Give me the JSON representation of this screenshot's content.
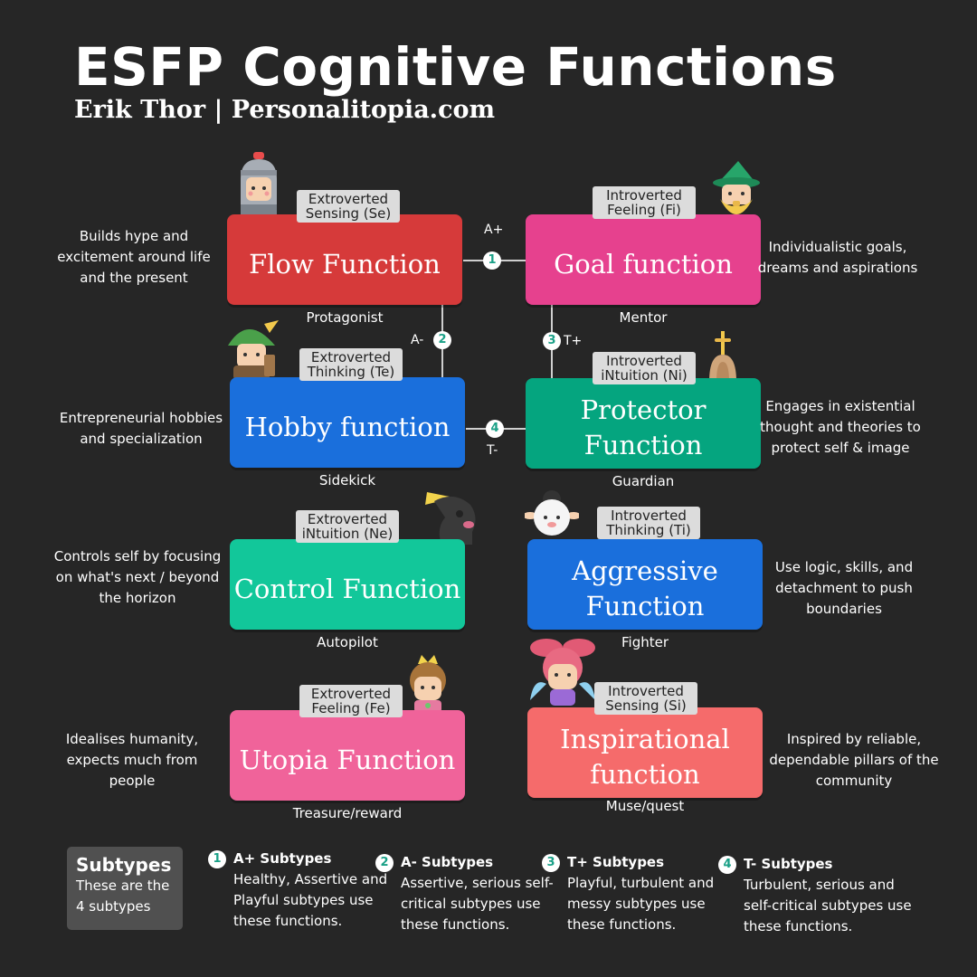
{
  "title": "ESFP Cognitive Functions",
  "subtitle": "Erik Thor | Personalitopia.com",
  "functions": [
    {
      "tag": "Extroverted Sensing (Se)",
      "name": "Flow Function",
      "role": "Protagonist",
      "desc": "Builds hype and excitement around life and the present",
      "color": "#d63a3a",
      "icon": "knight-icon"
    },
    {
      "tag": "Introverted Feeling (Fi)",
      "name": "Goal function",
      "role": "Mentor",
      "desc": "Individualistic goals, dreams and aspirations",
      "color": "#e6418e",
      "icon": "wizard-icon"
    },
    {
      "tag": "Extroverted Thinking (Te)",
      "name": "Hobby function",
      "role": "Sidekick",
      "desc": "Entrepreneurial hobbies and specialization",
      "color": "#1a6fdc",
      "icon": "archer-icon"
    },
    {
      "tag": "Introverted iNtuition (Ni)",
      "name": "Protector Function",
      "role": "Guardian",
      "desc": "Engages in existential thought and theories to protect self & image",
      "color": "#05a57f",
      "icon": "sword-icon"
    },
    {
      "tag": "Extroverted iNtuition (Ne)",
      "name": "Control Function",
      "role": "Autopilot",
      "desc": "Controls self by focusing on what's next / beyond the horizon",
      "color": "#12c79a",
      "icon": "horse-icon"
    },
    {
      "tag": "Introverted Thinking (Ti)",
      "name": "Aggressive Function",
      "role": "Fighter",
      "desc": "Use logic, skills, and detachment to push boundaries",
      "color": "#1a6fdc",
      "icon": "sheep-icon"
    },
    {
      "tag": "Extroverted Feeling (Fe)",
      "name": "Utopia Function",
      "role": "Treasure/reward",
      "desc": "Idealises humanity, expects much from people",
      "color": "#f0639a",
      "icon": "princess-icon"
    },
    {
      "tag": "Introverted Sensing (Si)",
      "name": "Inspirational function",
      "role": "Muse/quest",
      "desc": "Inspired by reliable, dependable pillars of the community",
      "color": "#f56b6b",
      "icon": "fairy-icon"
    }
  ],
  "connections": [
    {
      "num": "1",
      "label": "A+"
    },
    {
      "num": "2",
      "label": "A-"
    },
    {
      "num": "3",
      "label": "T+"
    },
    {
      "num": "4",
      "label": "T-"
    }
  ],
  "subtypes": {
    "heading": "Subtypes",
    "text": "These are the 4 subtypes",
    "items": [
      {
        "num": "1",
        "title": "A+ Subtypes",
        "body": "Healthy, Assertive and Playful subtypes use these functions."
      },
      {
        "num": "2",
        "title": "A- Subtypes",
        "body": "Assertive, serious self-critical subtypes use these functions."
      },
      {
        "num": "3",
        "title": "T+ Subtypes",
        "body": "Playful, turbulent and messy subtypes use these functions."
      },
      {
        "num": "4",
        "title": "T- Subtypes",
        "body": "Turbulent, serious and self-critical subtypes use these functions."
      }
    ]
  }
}
